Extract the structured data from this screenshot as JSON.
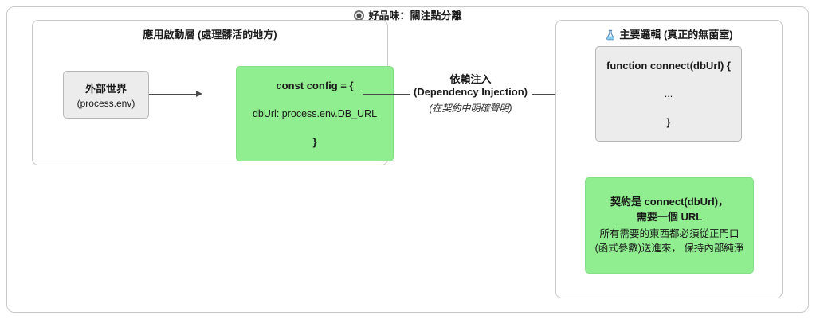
{
  "page": {
    "title": "好品味：關注點分離"
  },
  "left_panel": {
    "title": "應用啟動層 (處理髒活的地方)",
    "external_box": {
      "line1": "外部世界",
      "line2": "(process.env)"
    },
    "config_box": {
      "line1": "const config = {",
      "line2": "dbUrl: process.env.DB_URL",
      "line3": "}"
    }
  },
  "injection_arrow": {
    "label1": "依賴注入",
    "label2": "(Dependency Injection)",
    "label3": "(在契約中明確聲明)"
  },
  "right_panel": {
    "title": "主要邏輯 (真正的無菌室)",
    "function_box": {
      "line1": "function connect(dbUrl) {",
      "line2": "...",
      "line3": "}"
    },
    "contract_box": {
      "bold1": "契約是 connect(dbUrl)，",
      "bold2": "需要一個 URL",
      "body": "所有需要的東西都必須從正門口 (函式參數)送進來， 保持內部純淨"
    }
  },
  "colors": {
    "green": "#90ee90",
    "gray_box": "#ececec",
    "frame_border": "#c9c9c9",
    "arrow": "#4a4a4a"
  }
}
